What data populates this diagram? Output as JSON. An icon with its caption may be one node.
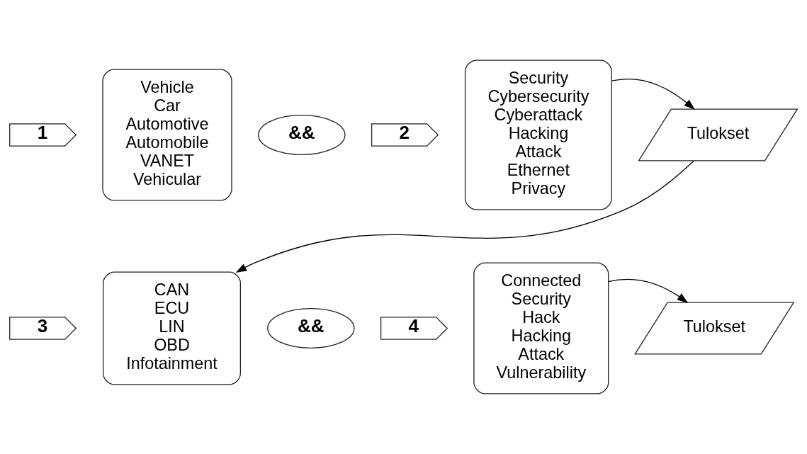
{
  "diagram": {
    "nodes": [
      {
        "text": [
          "1"
        ]
      },
      {
        "text": [
          "Vehicle",
          "Car",
          "Automotive",
          "Automobile",
          "VANET",
          "Vehicular"
        ]
      },
      {
        "text": [
          "&&"
        ]
      },
      {
        "text": [
          "2"
        ]
      },
      {
        "text": [
          "Security",
          "Cybersecurity",
          "Cyberattack",
          "Hacking",
          "Attack",
          "Ethernet",
          "Privacy"
        ]
      },
      {
        "text": [
          "Tulokset"
        ]
      },
      {
        "text": [
          "3"
        ]
      },
      {
        "text": [
          "CAN",
          "ECU",
          "LIN",
          "OBD",
          "Infotainment"
        ]
      },
      {
        "text": [
          "&&"
        ]
      },
      {
        "text": [
          "4"
        ]
      },
      {
        "text": [
          "Connected",
          "Security",
          "Hack",
          "Hacking",
          "Attack",
          "Vulnerability"
        ]
      },
      {
        "text": [
          "Tulokset"
        ]
      }
    ],
    "edges": [
      {
        "from": 4,
        "to": 5,
        "arrow": "to"
      },
      {
        "from": 5,
        "to": 7,
        "arrow": "to"
      },
      {
        "from": 10,
        "to": 11,
        "arrow": "to"
      }
    ]
  }
}
